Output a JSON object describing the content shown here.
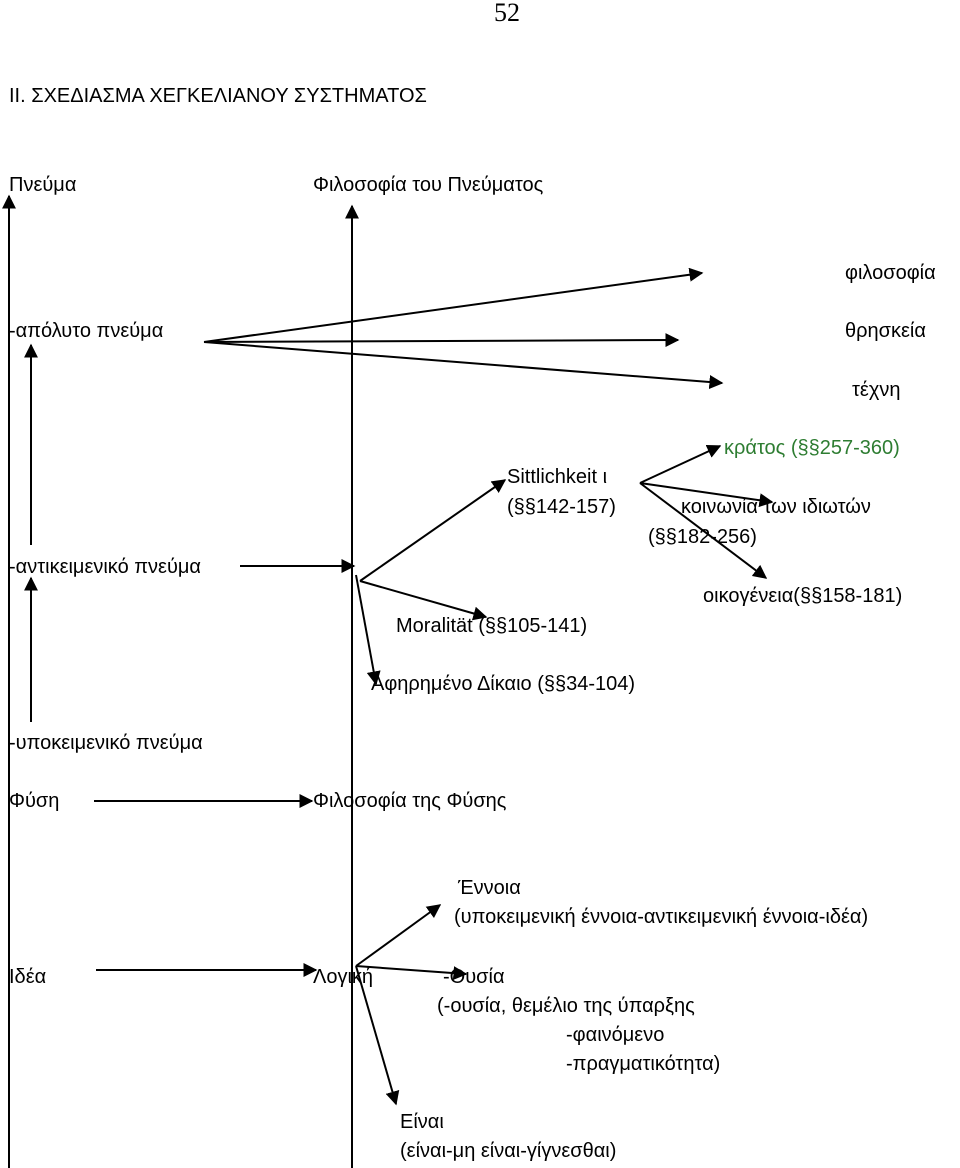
{
  "page": {
    "number": "52"
  },
  "title": "ΙΙ. ΣΧΕΔΙΑΣΜΑ ΧΕΓΚΕΛΙΑΝΟΥ ΣΥΣΤΗΜΑΤΟΣ",
  "left_column": {
    "pneuma": "Πνεύμα",
    "apolyto": "-απόλυτο πνεύμα",
    "antikeimeniko": "-αντικειμενικό πνεύμα",
    "ypokeimeniko": "-υποκειμενικό πνεύμα",
    "fysi": "Φύση",
    "idea": "Ιδέα"
  },
  "middle_column": {
    "filosofia_pneumatos": "Φιλοσοφία του Πνεύματος",
    "filosofia_fysis": "Φιλοσοφία της Φύσης",
    "logiki": "Λογική"
  },
  "absolute_spirit": {
    "filosofia": "φιλοσοφία",
    "thriskeia": "θρησκεία",
    "techni": "τέχνη"
  },
  "objective_spirit": {
    "sittlichkeit": "Sittlichkeit ι",
    "sittlichkeit_ref": "(§§142-157)",
    "kratos": "κράτος (§§257-360)",
    "koinonia": "κοινωνία των ιδιωτών",
    "koinonia_ref": "(§§182-256)",
    "oikogeneia": "οικογένεια(§§158-181)",
    "moralitat": "Moralität (§§105-141)",
    "dikaio": "Αφηρημένο Δίκαιο (§§34-104)"
  },
  "logic": {
    "ennoia": "Έννοια",
    "ennoia_sub": "(υποκειμενική έννοια-αντικειμενική έννοια-ιδέα)",
    "ousia": "-Ουσία",
    "ousia_sub1": "(-ουσία, θεμέλιο της ύπαρξης",
    "ousia_sub2": "-φαινόμενο",
    "ousia_sub3": "-πραγματικότητα)",
    "einai": "Είναι",
    "einai_sub": "(είναι-μη είναι-γίγνεσθαι)"
  },
  "colors": {
    "kratos_text": "#2e7d32",
    "lines": "#000000"
  }
}
